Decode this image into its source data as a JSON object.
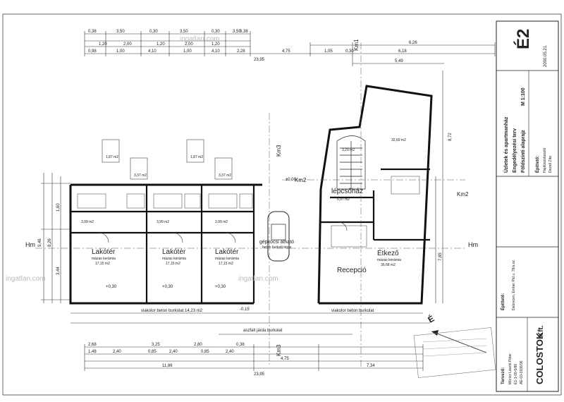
{
  "watermarks": [
    "ingatlan.com",
    "ingatlan.com",
    "ingatlan.com"
  ],
  "title_block": {
    "sheet_code": "É2",
    "date": "2000.05.21.",
    "project_lines": [
      "Üzletek és apartmanház",
      "Engedélyezési terv",
      "Földszinti alaprajz",
      "M 1:100"
    ],
    "scale": "M 1:100",
    "owner_label": "Építtető:",
    "owner_lines": [
      "Hajdúszoboszló",
      "Dezső Zita",
      "Debrecen, Ember Pál u. 78/a sz."
    ],
    "designer_label": "Tervező:",
    "designer_lines": [
      "Móricz László Péter",
      "É1-1-09-5/86",
      "AE-03-1936/96"
    ],
    "company": "COLOSTOK",
    "company_tag": "Kft."
  },
  "rooms": {
    "lakoter1": "Lakótér",
    "lakoter2": "Lakótér",
    "lakoter3": "Lakótér",
    "lakoter_finish": "mázas kerámia",
    "lakoter_area": "17,15 m2",
    "lepcsohaz": "lépcsőház",
    "lepcsohaz_area": "6,97 m2",
    "etkezo": "Étkező",
    "etkezo_finish": "mázas kerámia",
    "etkezo_area": "39,68 m2",
    "recepcio": "Recepció",
    "gepkocsi": "gépkocsi átható",
    "gepkocsi_sub": "beton burkolt tégla",
    "furdo_area": "3,99 m2",
    "eloter_area": "1,87 m2",
    "mosdo_area": "3,37 m2",
    "kert_area": "32,69 m2",
    "lepcso_area": "3,29 m2"
  },
  "labels": {
    "hm_left": "Hm",
    "hm_right": "Hm",
    "km1": "Km1",
    "km2_left": "Km2",
    "km2_right": "Km2",
    "km3_top": "Km3",
    "km3_bottom": "Km3",
    "sidewalk_left": "viakolor beton burkolat  14,23 m2",
    "sidewalk_right": "viakolor beton burkolat",
    "asphalt": "aszfalt járda burkolat",
    "north": "É",
    "level_zero": "±0,00",
    "level_plus30": "+0,30",
    "level_minus15": "-0,15"
  },
  "dims": {
    "top_total": "23,95",
    "top_right": "6,26",
    "top_right2": "6,18",
    "top_right3": "5,49",
    "top_475": "4,75",
    "bottom_total": "23,95",
    "bottom_left": "11,86",
    "bottom_right": "7,34",
    "bottom_475": "4,75",
    "left_h": "9,46",
    "left_h2": "8,26",
    "right_h": "7,85",
    "right_h2": "8,72"
  }
}
